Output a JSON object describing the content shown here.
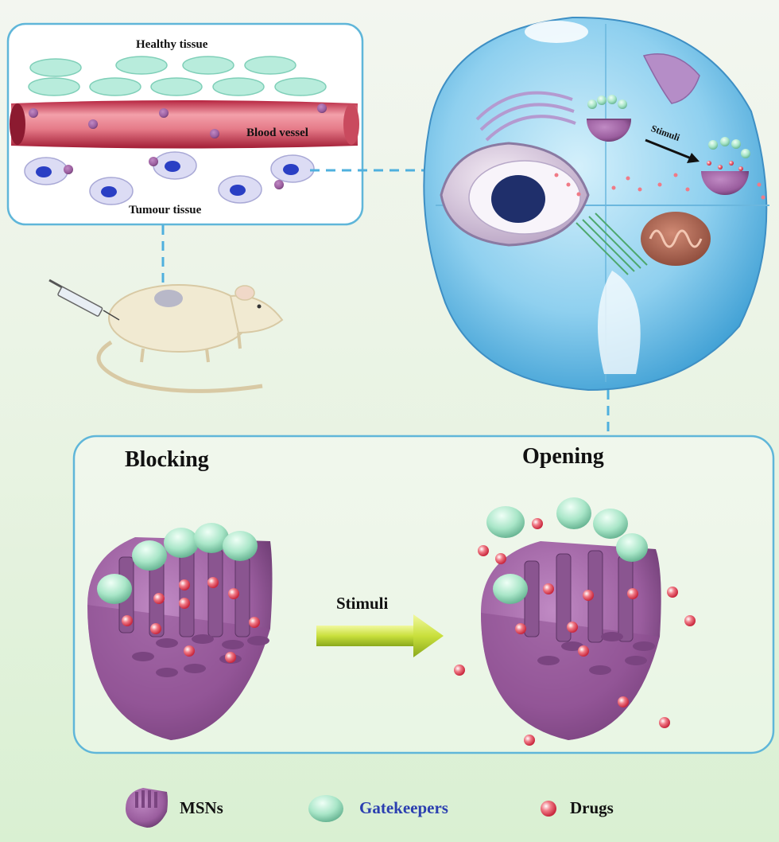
{
  "top_panel": {
    "healthy_label": "Healthy tissue",
    "vessel_label": "Blood vessel",
    "tumour_label": "Tumour tissue"
  },
  "cell": {
    "stimuli_label": "Stimuli"
  },
  "bottom_panel": {
    "blocking_label": "Blocking",
    "opening_label": "Opening",
    "stimuli_label": "Stimuli"
  },
  "legend": {
    "items": [
      {
        "label": "MSNs",
        "icon": "msn-icon"
      },
      {
        "label": "Gatekeepers",
        "icon": "gatekeeper-icon"
      },
      {
        "label": "Drugs",
        "icon": "drug-icon"
      }
    ]
  },
  "colors": {
    "panel_border": "#5fb6d9",
    "msn_purple": "#9a5d9e",
    "gatekeeper_green": "#a9e6c8",
    "drug_red": "#e0445a",
    "arrow_yellow": "#c9e03c",
    "gatekeeper_text": "#2b3fb0"
  }
}
